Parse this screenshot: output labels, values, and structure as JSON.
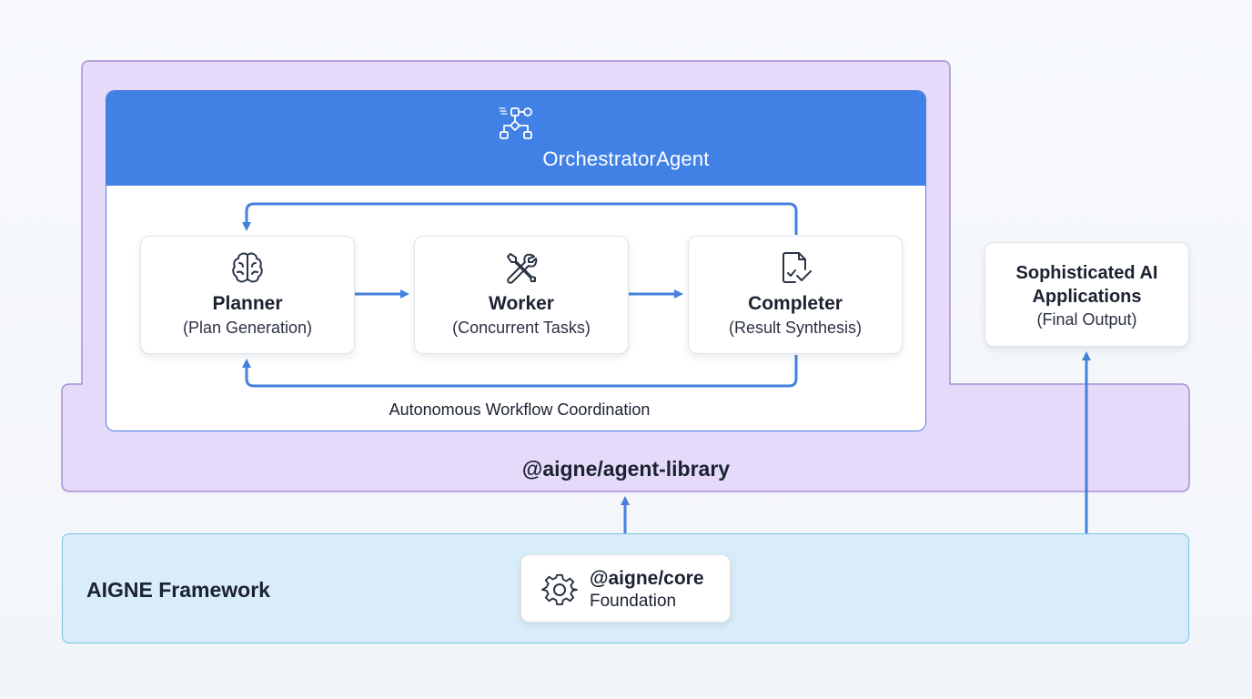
{
  "agent_library": {
    "label": "@aigne/agent-library"
  },
  "orchestrator": {
    "title": "OrchestratorAgent",
    "workflow_caption": "Autonomous Workflow Coordination",
    "stages": [
      {
        "title": "Planner",
        "subtitle": "(Plan Generation)",
        "icon": "brain-icon"
      },
      {
        "title": "Worker",
        "subtitle": "(Concurrent Tasks)",
        "icon": "tools-icon"
      },
      {
        "title": "Completer",
        "subtitle": "(Result Synthesis)",
        "icon": "document-check-icon"
      }
    ]
  },
  "applications": {
    "title": "Sophisticated AI Applications",
    "subtitle": "(Final Output)"
  },
  "framework": {
    "label": "AIGNE Framework",
    "core": {
      "title": "@aigne/core",
      "subtitle": "Foundation",
      "icon": "gear-icon"
    }
  },
  "colors": {
    "agent_library_fill": "#e6dafa",
    "agent_library_border": "#a98ed6",
    "orchestrator_header": "#4180e4",
    "arrow": "#4680dd",
    "framework_fill": "#d9ecf9",
    "framework_border": "#78c2e3"
  }
}
